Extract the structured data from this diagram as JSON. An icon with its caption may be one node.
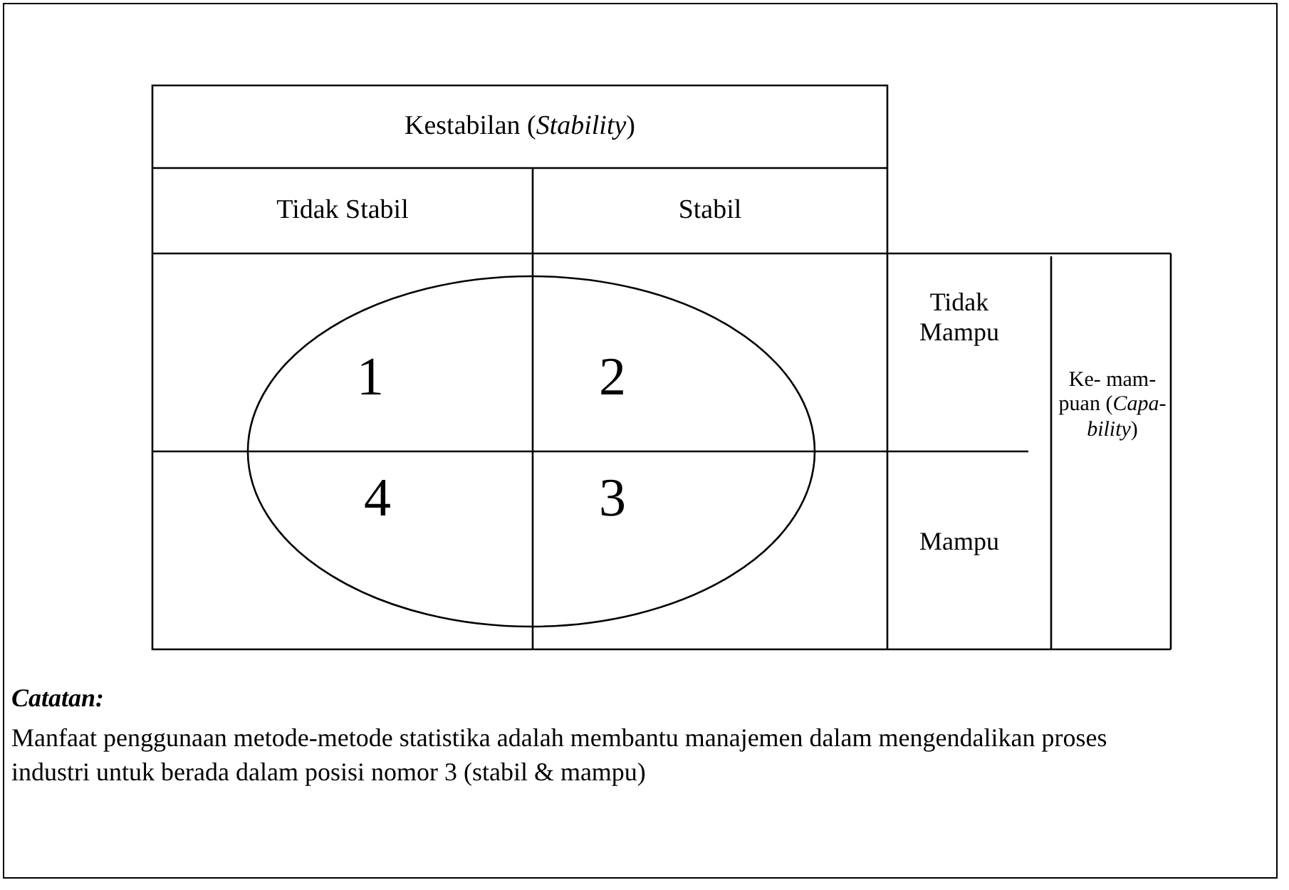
{
  "diagram": {
    "nodes": [
      {
        "text": [
          "Kestabilan (*Stability*)"
        ]
      },
      {
        "text": [
          "Tidak Stabil"
        ]
      },
      {
        "text": [
          "Stabil"
        ]
      },
      {
        "text": [
          "1"
        ]
      },
      {
        "text": [
          "2"
        ]
      },
      {
        "text": [
          "4"
        ]
      },
      {
        "text": [
          "3"
        ]
      },
      {
        "text": [
          "Tidak Mampu"
        ]
      },
      {
        "text": [
          "Mampu"
        ]
      },
      {
        "text": [
          "Ke- mam-puan (*Capa-bility*)"
        ]
      }
    ],
    "labels": [
      "Catatan:",
      "Manfaat penggunaan metode-metode statistika adalah membantu manajemen dalam mengendalikan proses industri untuk berada dalam posisi nomor 3 (stabil & mampu)"
    ]
  }
}
